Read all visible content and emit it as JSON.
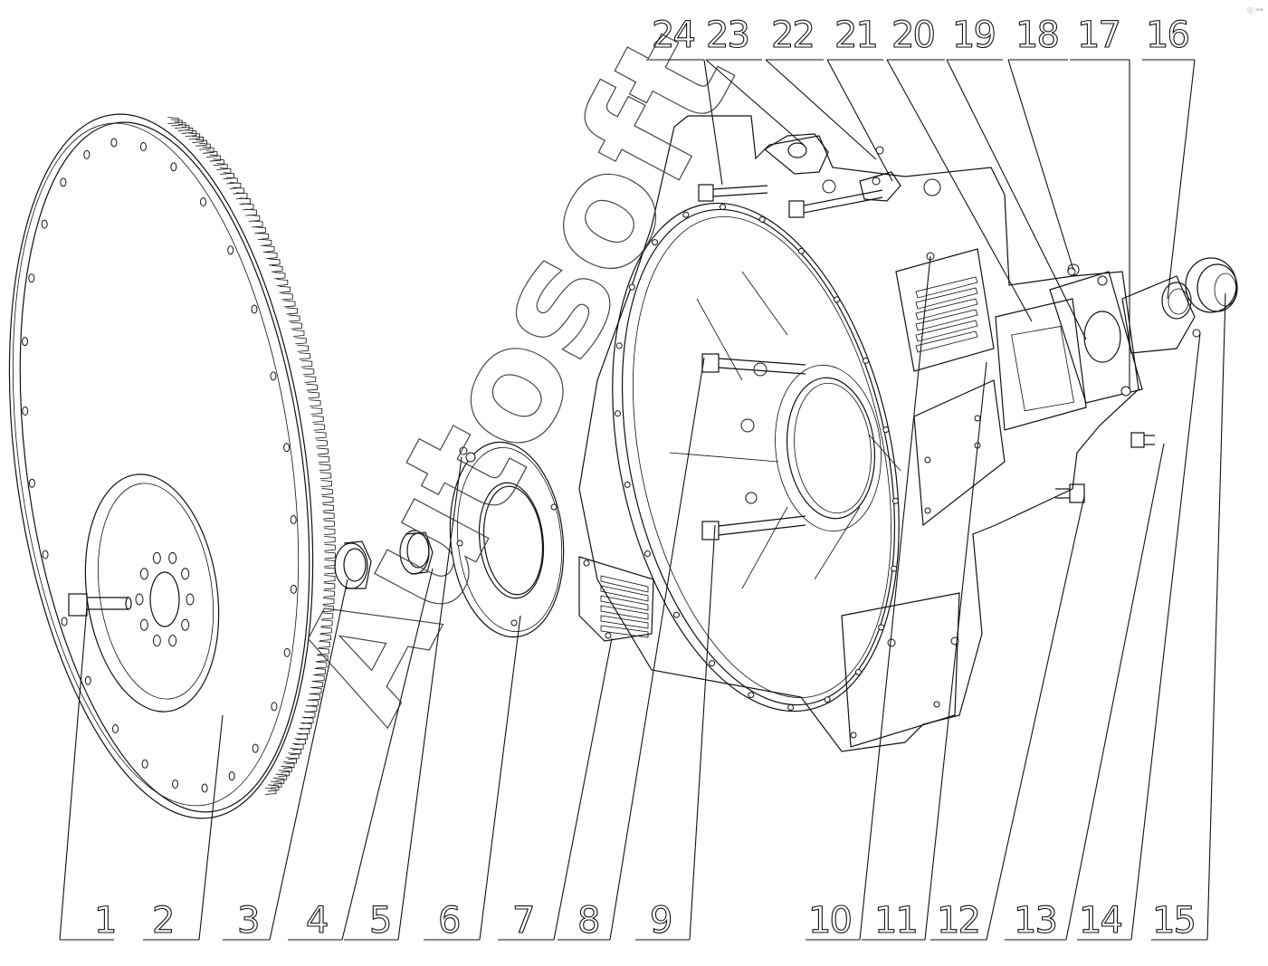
{
  "diagram": {
    "watermark": "Autosoft",
    "corner_mark": "ⓒ ᵃᵃᵃ",
    "callouts": [
      "1",
      "2",
      "3",
      "4",
      "5",
      "6",
      "7",
      "8",
      "9",
      "10",
      "11",
      "12",
      "13",
      "14",
      "15",
      "16",
      "17",
      "18",
      "19",
      "20",
      "21",
      "22",
      "23",
      "24"
    ]
  }
}
